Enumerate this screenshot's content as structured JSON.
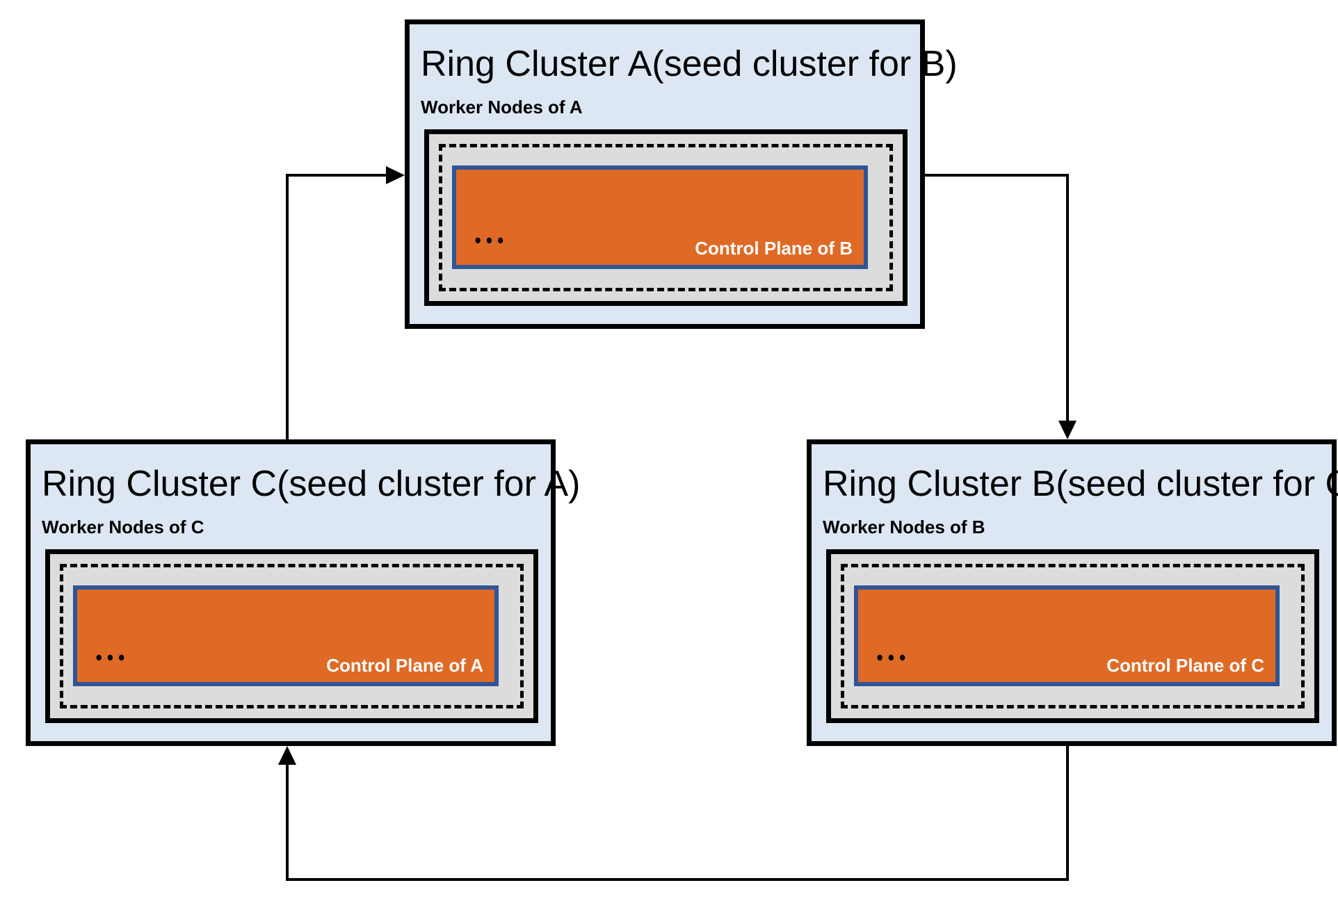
{
  "diagram": {
    "clusters": [
      {
        "id": "A",
        "title": "Ring Cluster A",
        "subtitle": "(seed cluster for B)",
        "worker_label": "Worker Nodes of A",
        "dots": "●●●",
        "control_plane_label": "Control Plane of B"
      },
      {
        "id": "B",
        "title": "Ring Cluster B",
        "subtitle": "(seed cluster for C)",
        "worker_label": "Worker Nodes of B",
        "dots": "●●●",
        "control_plane_label": "Control Plane of C"
      },
      {
        "id": "C",
        "title": "Ring Cluster C",
        "subtitle": "(seed cluster for A)",
        "worker_label": "Worker Nodes of C",
        "dots": "●●●",
        "control_plane_label": "Control Plane of A"
      }
    ],
    "arrows": [
      {
        "from": "Ring Cluster C",
        "to": "Ring Cluster A"
      },
      {
        "from": "Ring Cluster A",
        "to": "Ring Cluster B"
      },
      {
        "from": "Ring Cluster B",
        "to": "Ring Cluster C"
      }
    ],
    "colors": {
      "cluster_bg": "#dce7f3",
      "worker_box_bg": "#dcdcdc",
      "control_plane_fill": "#de6a26",
      "control_plane_border": "#2f5597",
      "control_plane_text": "#ffffff",
      "line_color": "#000000"
    }
  }
}
